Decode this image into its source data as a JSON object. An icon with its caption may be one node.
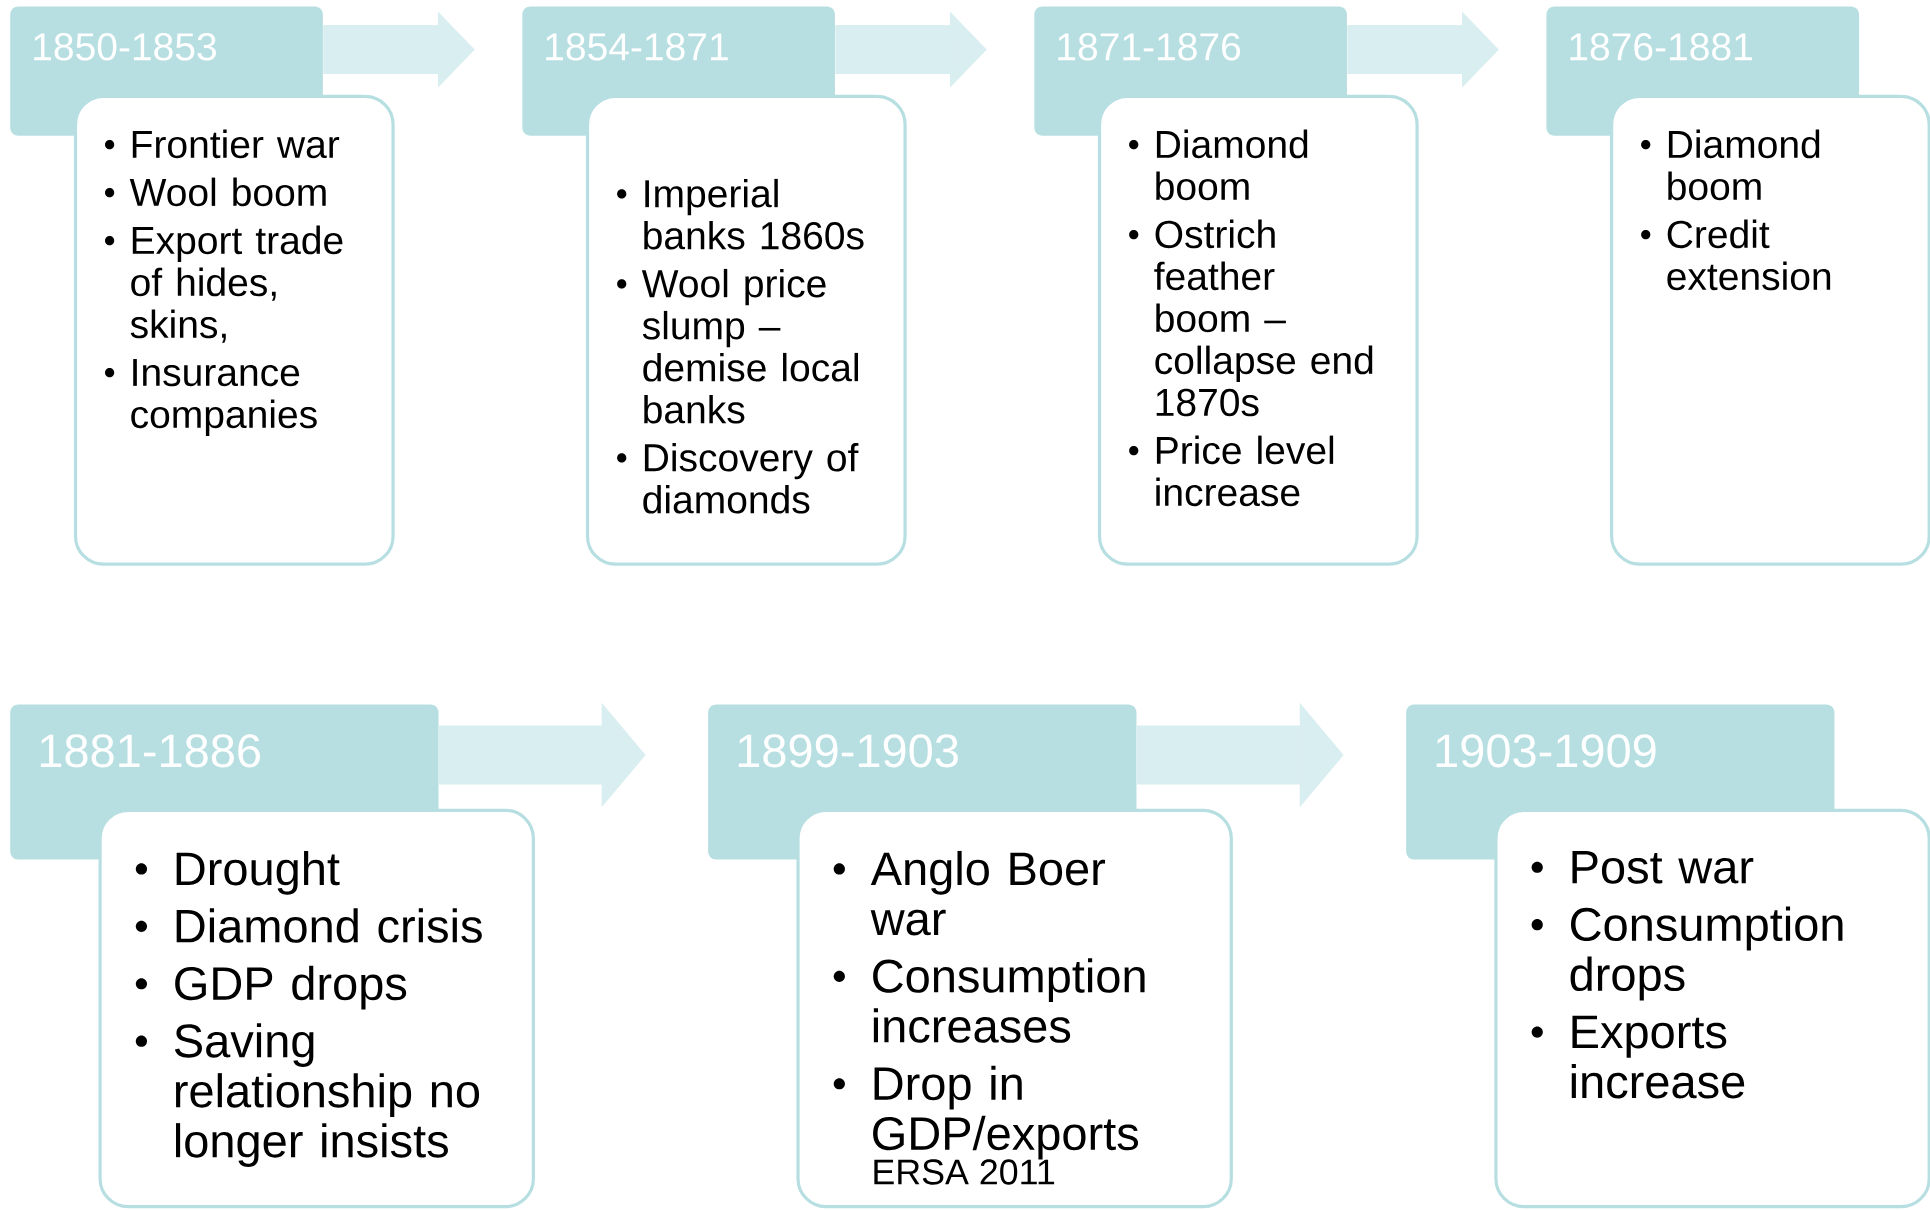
{
  "diagram": {
    "nodes": [
      {
        "text": [
          "1850-1853"
        ]
      },
      {
        "text": [
          "Frontier war",
          "Wool boom",
          "Export trade of hides, skins,",
          "Insurance companies"
        ]
      },
      {
        "text": [
          "1854-1871"
        ]
      },
      {
        "text": [
          "Imperial banks 1860s",
          "Wool price slump – demise local banks",
          "Discovery of diamonds"
        ]
      },
      {
        "text": [
          "1871-1876"
        ]
      },
      {
        "text": [
          "Diamond boom",
          "Ostrich feather boom – collapse end 1870s",
          "Price level increase"
        ]
      },
      {
        "text": [
          "1876-1881"
        ]
      },
      {
        "text": [
          "Diamond boom",
          "Credit extension"
        ]
      },
      {
        "text": [
          "1881-1886"
        ]
      },
      {
        "text": [
          "Drought",
          "Diamond crisis",
          "GDP drops",
          "Saving relationship no longer insists"
        ]
      },
      {
        "text": [
          "1899-1903"
        ]
      },
      {
        "text": [
          "Anglo Boer war",
          "Consumption increases",
          "Drop in GDP/exports"
        ]
      },
      {
        "text": [
          "1903-1909"
        ]
      },
      {
        "text": [
          "Post war",
          "Consumption drops",
          "Exports increase"
        ]
      }
    ],
    "edges": [
      {
        "from": 0,
        "to": 2,
        "arrow": "to"
      },
      {
        "from": 2,
        "to": 4,
        "arrow": "to"
      },
      {
        "from": 4,
        "to": 6,
        "arrow": "to"
      },
      {
        "from": 8,
        "to": 10,
        "arrow": "to"
      },
      {
        "from": 10,
        "to": 12,
        "arrow": "to"
      }
    ],
    "labels": [
      "ERSA 2011"
    ]
  }
}
